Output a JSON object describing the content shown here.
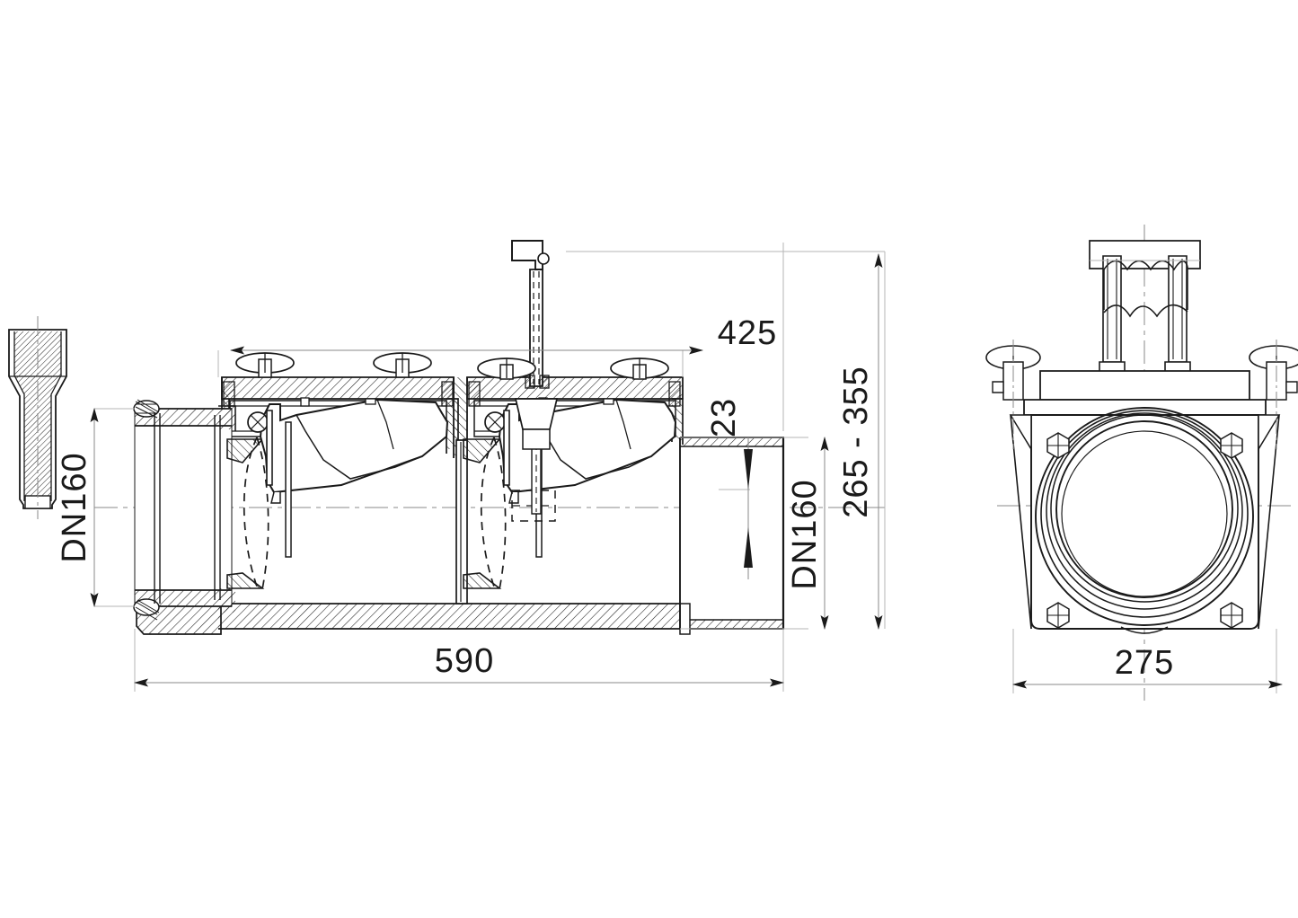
{
  "drawing": {
    "type": "engineering-section-drawing",
    "subject": "Double flap backwater valve DN160 with square flanged housing",
    "background_color": "#ffffff",
    "line_color": "#1a1a1a"
  },
  "dimensions": {
    "overall_length": "590",
    "top_length": "425",
    "offset_height": "23",
    "height_range": "265 - 355",
    "front_width": "275",
    "inlet_nominal": "DN160",
    "outlet_nominal": "DN160"
  },
  "labels": {
    "left_pipe_label": "DN160",
    "right_pipe_label": "DN160",
    "top_dim_label": "425",
    "small_dim_label": "23",
    "height_dim_label": "265 - 355",
    "length_dim_label": "590",
    "front_width_label": "275"
  },
  "views": {
    "section_view": {
      "name": "longitudinal-section-view",
      "components": [
        "inlet-socket",
        "first-flap-chamber",
        "second-flap-chamber",
        "outlet-pipe",
        "actuator-rod",
        "lever-handle",
        "wing-nut-knobs",
        "flap-open-position",
        "flap-closed-position-dashed"
      ]
    },
    "front_view": {
      "name": "front-elevation-view",
      "components": [
        "square-flange-body",
        "circular-bore",
        "carry-handle",
        "corner-hex-bolts",
        "wing-nut-clamps"
      ]
    },
    "detail_part": {
      "name": "tapered-sleeve-part"
    }
  }
}
